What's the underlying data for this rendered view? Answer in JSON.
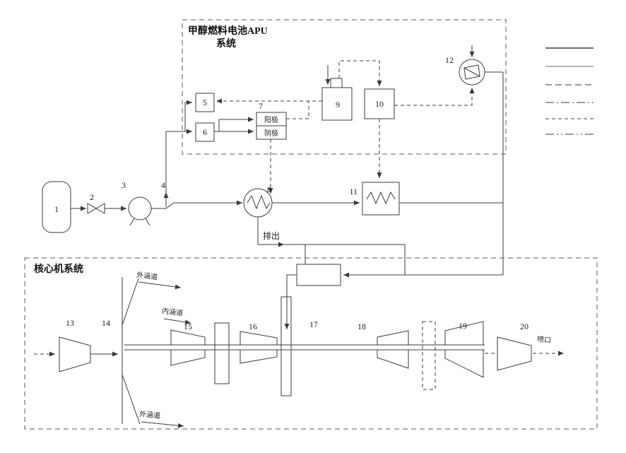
{
  "apu": {
    "title_line1": "甲醇燃料电池APU",
    "title_line2": "系统"
  },
  "core": {
    "title": "核心机系统"
  },
  "components": {
    "c1": "1",
    "c2": "2",
    "c3": "3",
    "c4": "4",
    "c5": "5",
    "c6": "6",
    "c7": "7",
    "c8": "8",
    "c9": "9",
    "c10": "10",
    "c11": "11",
    "c12": "12",
    "c13": "13",
    "c14": "14",
    "c15": "15",
    "c16": "16",
    "c17": "17",
    "c18": "18",
    "c19": "19",
    "c20": "20"
  },
  "labels": {
    "anode": "阳极",
    "cathode": "阴极",
    "outer_duct_top": "外涵道",
    "inner_duct": "内涵道",
    "outer_duct_bottom": "外涵道",
    "exhaust": "排出",
    "nozzle_out": "喷口"
  },
  "colors": {
    "line": "#3b3b3b",
    "background": "#ffffff"
  }
}
